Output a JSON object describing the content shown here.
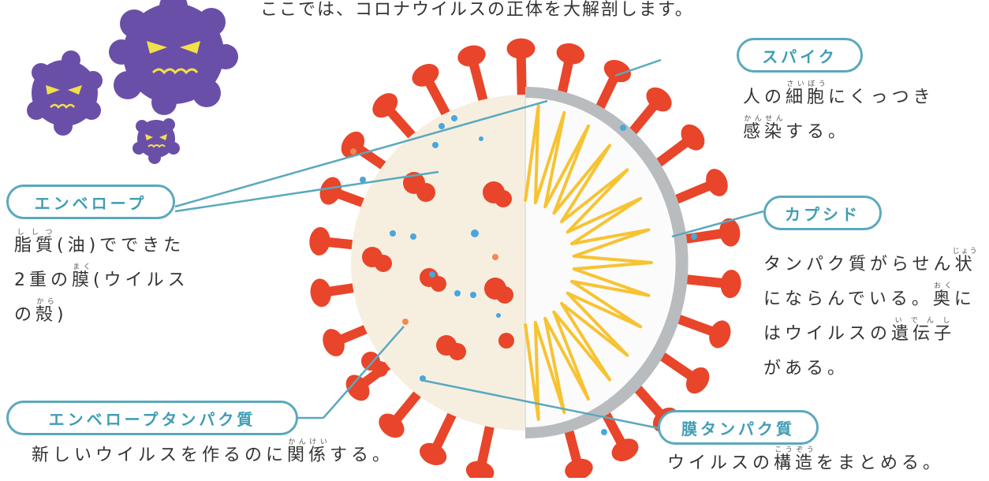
{
  "intro": "ここでは、コロナウイルスの正体を大解剖します。",
  "labels": {
    "spike": {
      "title": "スパイク",
      "line1": [
        "人の",
        {
          "base": "細胞",
          "ruby": "さいぼう"
        },
        "にくっつき"
      ],
      "line2": [
        {
          "base": "感染",
          "ruby": "かんせん"
        },
        "する。"
      ]
    },
    "envelope": {
      "title": "エンベロープ",
      "line1": [
        {
          "base": "脂質",
          "ruby": "ししつ"
        },
        "(油)でできた"
      ],
      "line2": [
        "2重の",
        {
          "base": "膜",
          "ruby": "まく"
        },
        "(ウイルス"
      ],
      "line3": [
        "の",
        {
          "base": "殻",
          "ruby": "から"
        },
        ")"
      ]
    },
    "capsid": {
      "title": "カプシド",
      "line1": [
        "タンパク質がらせん",
        {
          "base": "状",
          "ruby": "じょう"
        }
      ],
      "line2": [
        "にならんでいる。",
        {
          "base": "奥",
          "ruby": "おく"
        },
        "に"
      ],
      "line3": [
        "はウイルスの",
        {
          "base": "遺伝子",
          "ruby": "いでんし"
        }
      ],
      "line4": [
        "がある。"
      ]
    },
    "envelope_protein": {
      "title": "エンベロープタンパク質",
      "line1": [
        "新しいウイルスを作るのに",
        {
          "base": "関係",
          "ruby": "かんけい"
        },
        "する。"
      ]
    },
    "membrane_protein": {
      "title": "膜タンパク質",
      "line1": [
        "ウイルスの",
        {
          "base": "構造",
          "ruby": "こうぞう"
        },
        "をまとめる。"
      ]
    }
  },
  "colors": {
    "callout_border": "#5aa9bd",
    "callout_text": "#3f9db5",
    "spike": "#e8452a",
    "envelope": "#f6efe0",
    "capsid": "#f7c332",
    "shell": "#b9bcbf",
    "dots": "#4aa6dc",
    "virus_icon": "#6a4fa8"
  },
  "icons": [
    "purple-virus-character-icon",
    "purple-virus-character-icon",
    "purple-virus-character-icon"
  ]
}
